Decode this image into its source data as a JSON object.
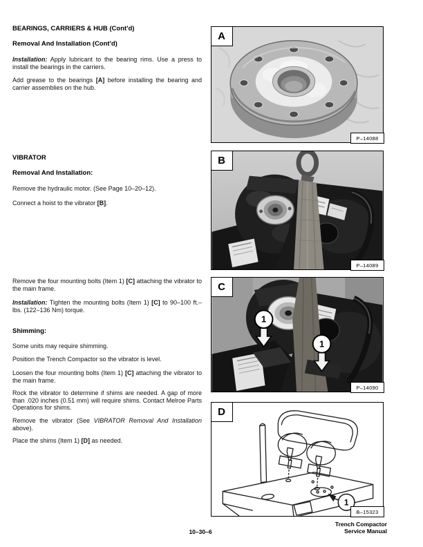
{
  "left": {
    "bearings_title": "BEARINGS, CARRIERS & HUB (Cont'd)",
    "bearings_sub": "Removal And Installation (Cont'd)",
    "install_lead": "Installation:",
    "install_rest": " Apply lubricant to the bearing rims. Use a press to install the bearings in the carriers.",
    "grease_pre": "Add grease to the bearings ",
    "grease_ref": "[A]",
    "grease_post": " before installing the bearing and carrier assemblies on the hub.",
    "vibrator_title": "VIBRATOR",
    "vibrator_sub": "Removal And Installation:",
    "remove_motor": "Remove the hydraulic motor. (See Page 10–20–12).",
    "hoist_pre": "Connect a hoist to the vibrator ",
    "hoist_ref": "[B]",
    "hoist_post": ".",
    "bolts_pre": "Remove the four mounting bolts (Item 1) ",
    "bolts_ref": "[C]",
    "bolts_post": " attaching the vibrator to the main frame.",
    "tighten_lead": "Installation:",
    "tighten_mid": " Tighten the mounting bolts (Item 1) ",
    "tighten_ref": "[C]",
    "tighten_post": " to 90–100 ft.–lbs. (122–136 Nm) torque.",
    "shimming_title": "Shimming:",
    "shims_some": "Some units may require shimming.",
    "position_level": "Position the Trench Compactor so the vibrator is level.",
    "loosen_pre": "Loosen the four mounting bolts (Item 1) ",
    "loosen_ref": "[C]",
    "loosen_post": " attaching the vibrator to the main frame.",
    "rock": "Rock the vibrator to determine if shims are needed.  A gap of more than .020 inches (0.51 mm) will require shims. Contact Melroe Parts Operations for shims.",
    "remove_vib_pre": "Remove the vibrator (See ",
    "remove_vib_italic": "VIBRATOR Removal And Installation",
    "remove_vib_post": " above).",
    "place_pre": "Place the shims (Item 1) ",
    "place_ref": "[D]",
    "place_post": " as needed."
  },
  "figures": {
    "a": {
      "label": "A",
      "caption": "P–14088"
    },
    "b": {
      "label": "B",
      "caption": "P–14089"
    },
    "c": {
      "label": "C",
      "caption": "P–14090",
      "callout1": "1",
      "callout2": "1"
    },
    "d": {
      "label": "D",
      "caption": "B–15323",
      "callout1": "1"
    }
  },
  "footer": {
    "page_number": "10–30–6",
    "manual_line1": "Trench Compactor",
    "manual_line2": "Service Manual"
  }
}
